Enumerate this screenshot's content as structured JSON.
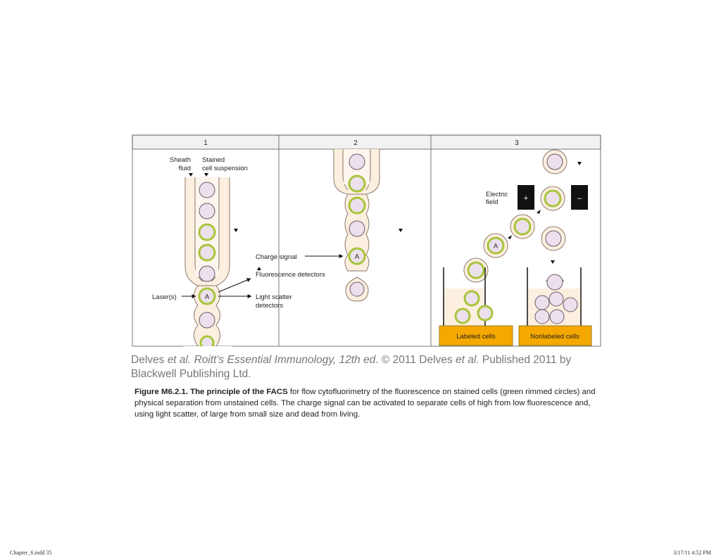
{
  "figure": {
    "panel_numbers": [
      "1",
      "2",
      "3"
    ],
    "panel1": {
      "sheath_line1": "Sheath",
      "sheath_line2": "fluid",
      "stained_line1": "Stained",
      "stained_line2": "cell suspension",
      "laser": "Laser(s)",
      "cell_marker": "A",
      "fluorescence": "Fluorescence detectors",
      "scatter_line1": "Light scatter",
      "scatter_line2": "detectors"
    },
    "panel2": {
      "charge_signal": "Charge signal",
      "cell_marker": "A"
    },
    "panel3": {
      "field_line1": "Electric",
      "field_line2": "field",
      "plus": "+",
      "minus": "–",
      "cell_marker": "A",
      "labeled": "Labeled cells",
      "nonlabeled": "Nonlabeled cells"
    },
    "colors": {
      "fluid": "#fcefe0",
      "cell_fill": "#ece0ec",
      "stain_rim": "#a8c43a",
      "tube_fill": "#f5a800",
      "header": "#f2f2f2"
    }
  },
  "credit": {
    "part1": "Delves ",
    "part2": "et al. Roitt's Essential Immunology, 12th ed",
    "part3": ". © 2011 Delves ",
    "part4": "et al.",
    "part5": " Published 2011 by Blackwell Publishing Ltd."
  },
  "caption": {
    "bold": "Figure M6.2.1. The principle of the FACS",
    "text": " for flow cytofluorimetry of the fluorescence on stained cells (green rimmed circles) and physical separation from unstained cells. The charge signal can be activated to separate cells of high from low fluorescence and, using light scatter, of large from small size and dead from living."
  },
  "footer": {
    "left": "Chapter_6.indd   35",
    "right": "3/17/11   4:52 PM"
  }
}
